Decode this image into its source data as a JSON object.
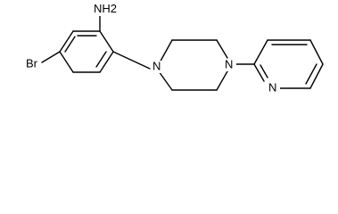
{
  "molecule": {
    "atoms": {
      "nh2": "NH2",
      "br": "Br",
      "n_pip_left": "N",
      "n_pip_right": "N",
      "n_pyridine": "N"
    }
  }
}
